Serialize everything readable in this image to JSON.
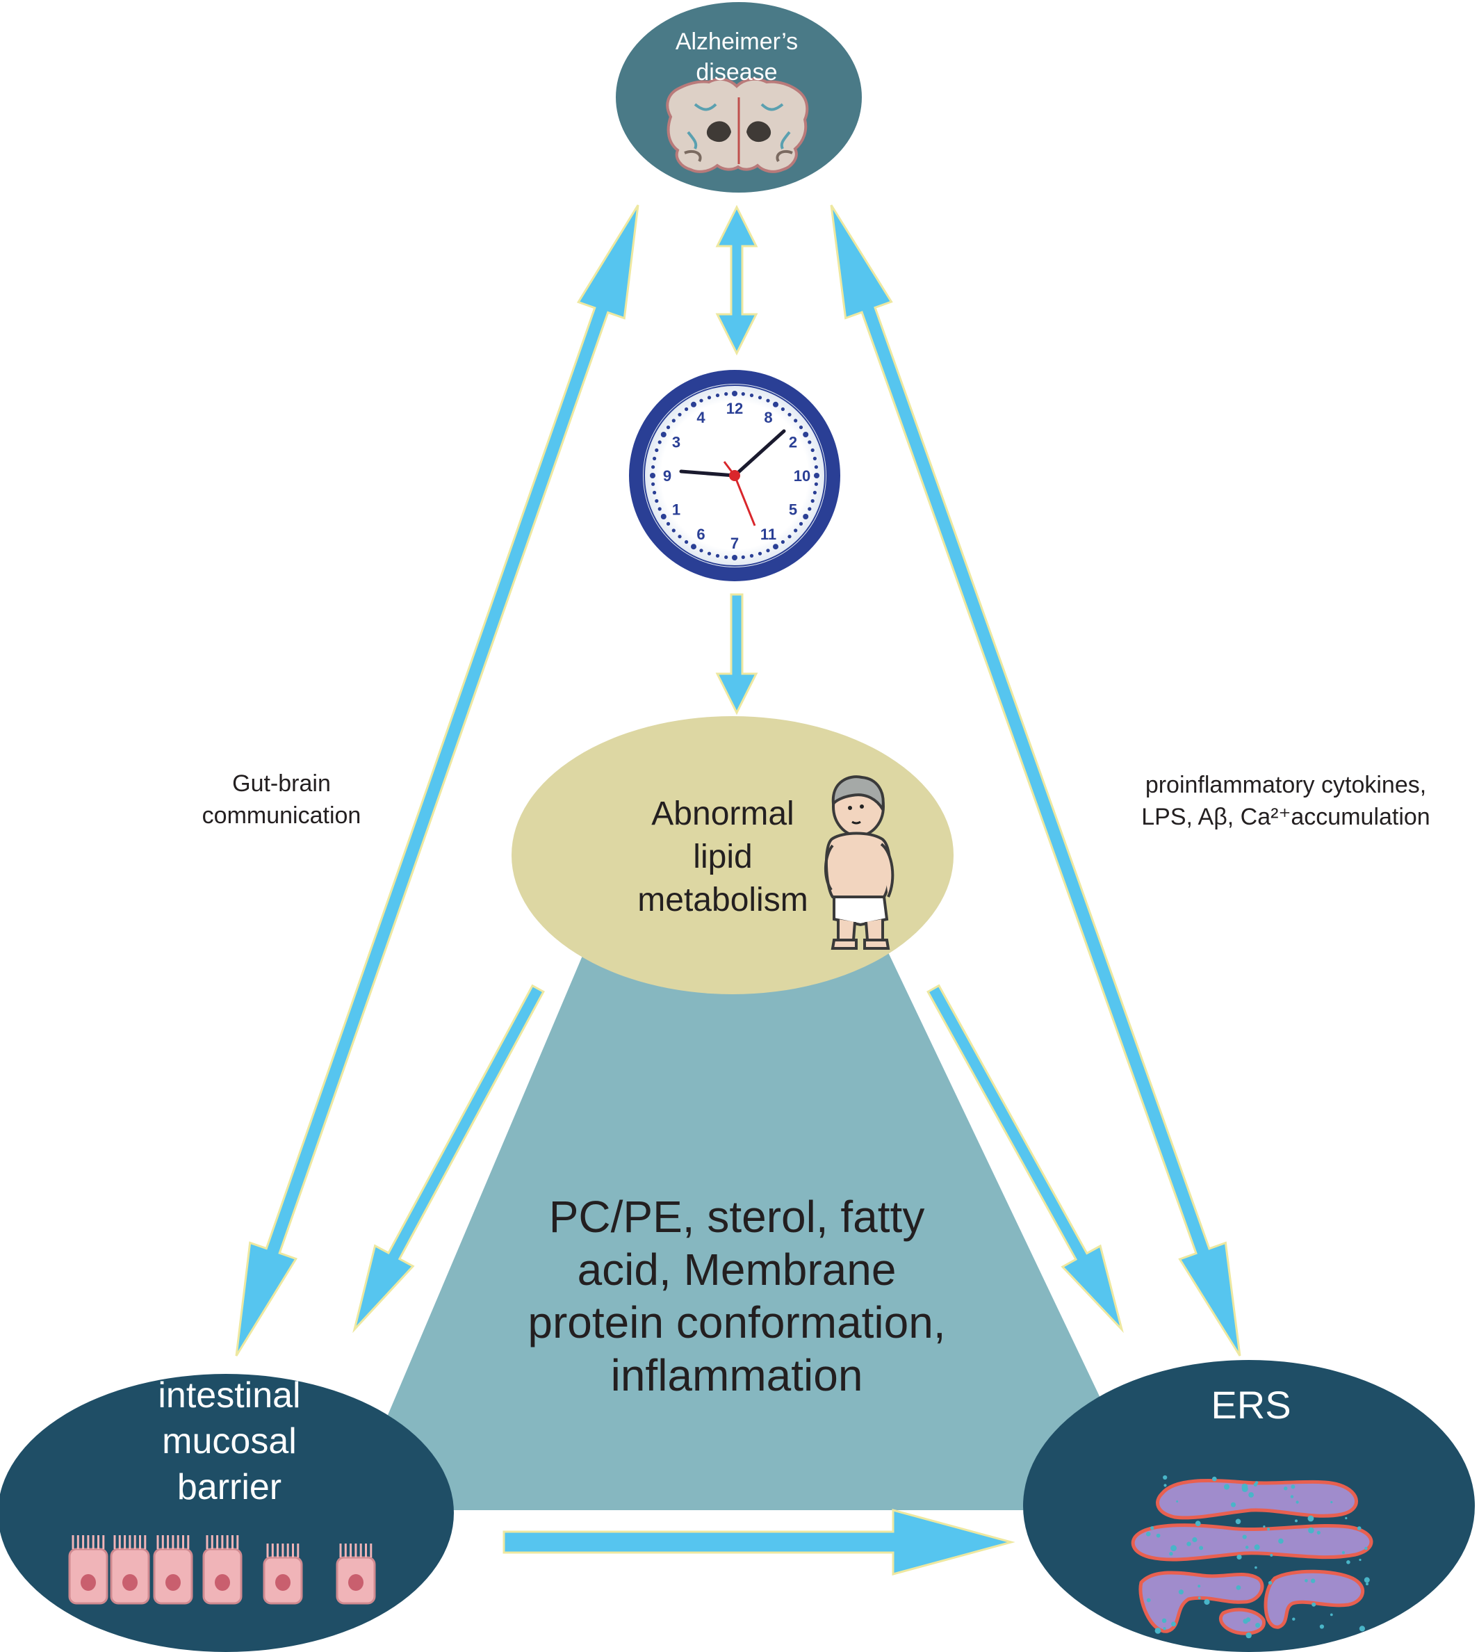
{
  "nodes": {
    "alzheimers": {
      "label": "Alzheimer’s\ndisease",
      "fill": "#4a7a87"
    },
    "lipid": {
      "label": "Abnormal\nlipid\nmetabolism",
      "fill": "#ddd7a3"
    },
    "intestinal": {
      "label": "intestinal\nmucosal\nbarrier",
      "fill": "#1f4e66"
    },
    "ers": {
      "label": "ERS",
      "fill": "#1f4e66"
    }
  },
  "edge_labels": {
    "gut_brain": "Gut-brain\ncommunication",
    "proinflammatory": "proinflammatory cytokines,\nLPS, Aβ, Ca²⁺accumulation"
  },
  "mechanisms": {
    "text": "PC/PE,  sterol,   fatty\nacid, Membrane\nprotein conformation,\ninflammation",
    "fill": "#86b7c0"
  },
  "clock_numbers": [
    "12",
    "8",
    "2",
    "10",
    "5",
    "11",
    "7",
    "6",
    "1",
    "9",
    "3",
    "4"
  ],
  "colors": {
    "arrow": "#56c5ef",
    "arrow_outline": "#eee8a0",
    "clock_rim": "#2a3f95",
    "cell": "#f0b4b8",
    "er": "#a08ccc"
  }
}
